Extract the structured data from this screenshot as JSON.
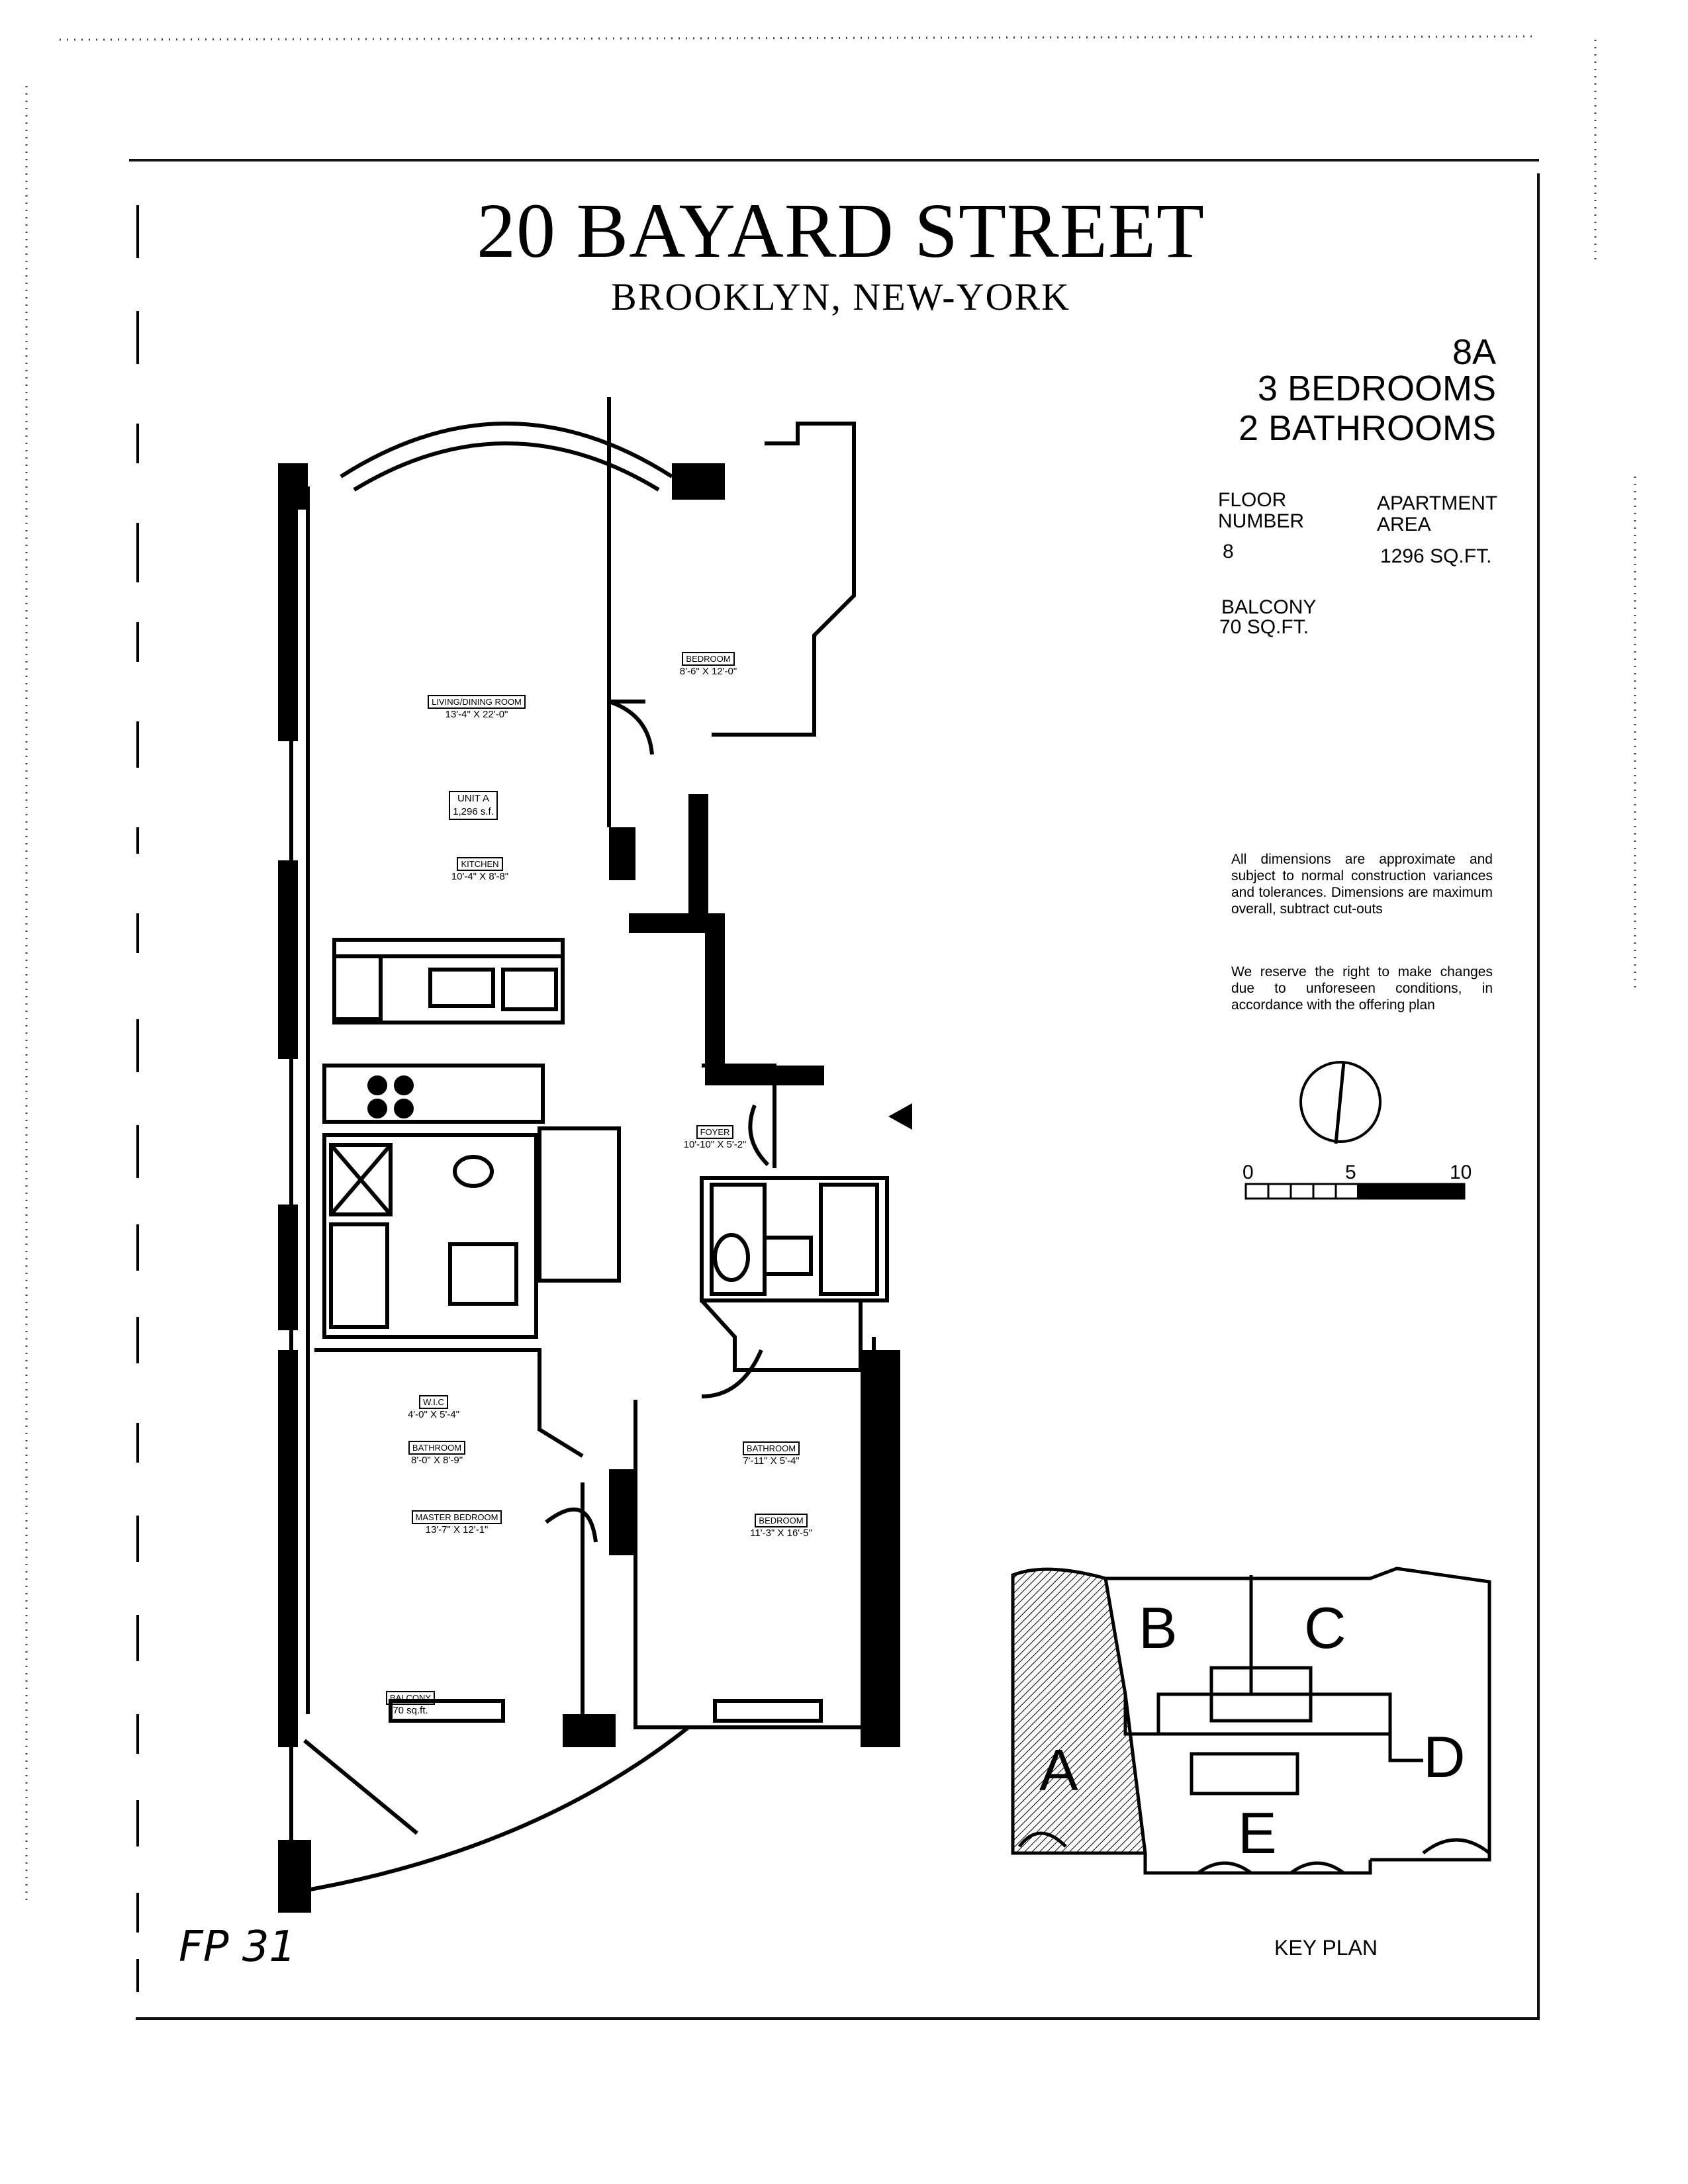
{
  "header": {
    "title": "20 BAYARD STREET",
    "subtitle": "BROOKLYN,  NEW-YORK"
  },
  "unit_info": {
    "unit_code": "8A",
    "bedrooms": "3 BEDROOMS",
    "bathrooms": "2 BATHROOMS",
    "floor_label_1": "FLOOR",
    "floor_label_2": "NUMBER",
    "floor_value": "8",
    "area_label_1": "APARTMENT",
    "area_label_2": "AREA",
    "area_value": "1296 SQ.FT.",
    "balcony_label": "BALCONY",
    "balcony_value": "70 SQ.FT."
  },
  "notes": {
    "dimensions": "All dimensions are approximate and subject to normal construction variances and tolerances. Dimensions are maximum overall, subtract cut-outs",
    "reserve": "We reserve the right to make changes due to unforeseen conditions, in accordance with the offering plan"
  },
  "scale": {
    "zero": "0",
    "five": "5",
    "ten": "10"
  },
  "rooms": {
    "bedroom_small": {
      "name": "BEDROOM",
      "dims": "8'-6\" X 12'-0\""
    },
    "living": {
      "name": "LIVING/DINING ROOM",
      "dims": "13'-4\" X 22'-0\""
    },
    "unit": {
      "name": "UNIT A",
      "area": "1,296 s.f."
    },
    "kitchen": {
      "name": "KITCHEN",
      "dims": "10'-4\" X 8'-8\""
    },
    "foyer": {
      "name": "FOYER",
      "dims": "10'-10\" X 5'-2\""
    },
    "wic": {
      "name": "W.I.C",
      "dims": "4'-0\" X 5'-4\""
    },
    "bathroom_master": {
      "name": "BATHROOM",
      "dims": "8'-0\" X 8'-9\""
    },
    "master_bedroom": {
      "name": "MASTER BEDROOM",
      "dims": "13'-7\" X 12'-1\""
    },
    "bathroom_2": {
      "name": "BATHROOM",
      "dims": "7'-11\" X 5'-4\""
    },
    "bedroom_2": {
      "name": "BEDROOM",
      "dims": "11'-3\" X 16'-5\""
    },
    "balcony": {
      "name": "BALCONY",
      "area": "70 sq.ft."
    }
  },
  "key_plan": {
    "label": "KEY PLAN",
    "units": [
      "A",
      "B",
      "C",
      "D",
      "E"
    ]
  },
  "handwritten_note": "FP 31"
}
